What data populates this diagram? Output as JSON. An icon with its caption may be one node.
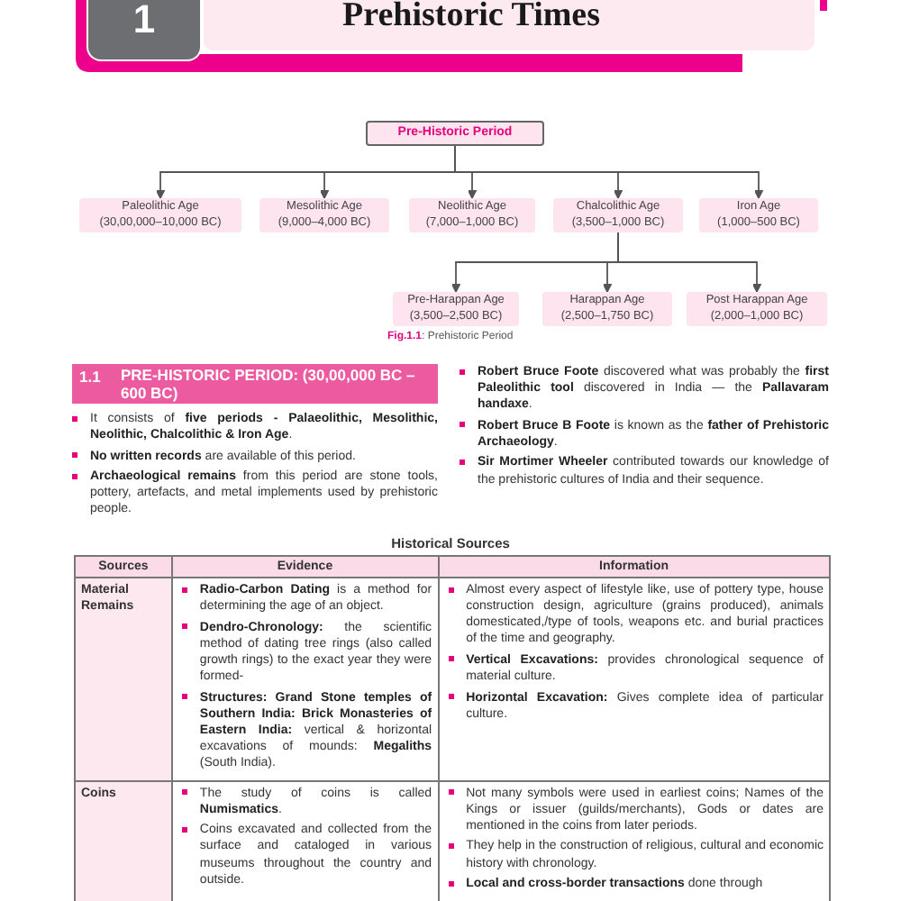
{
  "diagram": {
    "title": "Prehistoric Times",
    "caption": "**Fig.1.1**: Prehistoric Period",
    "nodes": [
      {
        "text": [
          "Pre-Historic Period"
        ]
      },
      {
        "text": [
          "Paleolithic Age",
          "(30,00,000–10,000 BC)"
        ]
      },
      {
        "text": [
          "Mesolithic Age",
          "(9,000–4,000 BC)"
        ]
      },
      {
        "text": [
          "Neolithic Age",
          "(7,000–1,000 BC)"
        ]
      },
      {
        "text": [
          "Chalcolithic Age",
          "(3,500–1,000 BC)"
        ]
      },
      {
        "text": [
          "Iron Age",
          "(1,000–500 BC)"
        ]
      },
      {
        "text": [
          "Pre-Harappan Age",
          "(3,500–2,500 BC)"
        ]
      },
      {
        "text": [
          "Harappan Age",
          "(2,500–1,750 BC)"
        ]
      },
      {
        "text": [
          "Post Harappan Age",
          "(2,000–1,000 BC)"
        ]
      }
    ],
    "edges": [
      {
        "from": 0,
        "to": 1,
        "arrow": "to"
      },
      {
        "from": 0,
        "to": 2,
        "arrow": "to"
      },
      {
        "from": 0,
        "to": 3,
        "arrow": "to"
      },
      {
        "from": 0,
        "to": 4,
        "arrow": "to"
      },
      {
        "from": 0,
        "to": 5,
        "arrow": "to"
      },
      {
        "from": 4,
        "to": 6,
        "arrow": "to"
      },
      {
        "from": 4,
        "to": 7,
        "arrow": "to"
      },
      {
        "from": 4,
        "to": 8,
        "arrow": "to"
      }
    ],
    "labels": [
      "1",
      "1.1",
      "PRE-HISTORIC PERIOD: (30,00,000 BC – 600 BC)",
      "It consists of **five periods - Palaeolithic, Mesolithic, Neolithic, Chalcolithic & Iron Age**.",
      "**No written records** are available of this period.",
      "**Archaeological remains** from this period are stone tools, pottery, artefacts, and metal implements used by prehistoric people.",
      "**Robert Bruce Foote** discovered what was probably the **first Paleolithic tool** discovered in India — the **Pallavaram handaxe**.",
      "**Robert Bruce B Foote** is known as the **father of Prehistoric Archaeology**.",
      "**Sir Mortimer Wheeler** contributed towards our knowledge of the prehistoric cultures of India and their sequence.",
      "Historical Sources",
      "Sources",
      "Evidence",
      "Information",
      "Material Remains",
      "**Radio-Carbon Dating** is a method for determining the age of an object.",
      "**Dendro-Chronology:** the scientific method of dating tree rings (also called growth rings) to the exact year they were formed-",
      "**Structures: Grand Stone temples of Southern India: Brick Monasteries of Eastern India:** vertical & horizontal excavations of mounds: **Megaliths** (South India).",
      "Almost every aspect of lifestyle like, use of pottery type, house construction design, agriculture (grains produced), animals domesticated,/type of tools, weapons etc. and burial practices of the time and geography.",
      "**Vertical Excavations:** provides chronological sequence of material culture.",
      "**Horizontal Excavation:** Gives complete idea of particular culture.",
      "Coins",
      "The study of coins is called **Numismatics**.",
      "Coins excavated and collected from the surface and cataloged in various museums throughout the country and outside.",
      "Not many symbols were used in earliest coins; Names of the Kings or issuer (guilds/merchants), Gods or dates are mentioned in the coins from later periods.",
      "They help in the construction of religious, cultural and economic history with chronology.",
      "**Local and cross-border transactions** done through"
    ]
  }
}
